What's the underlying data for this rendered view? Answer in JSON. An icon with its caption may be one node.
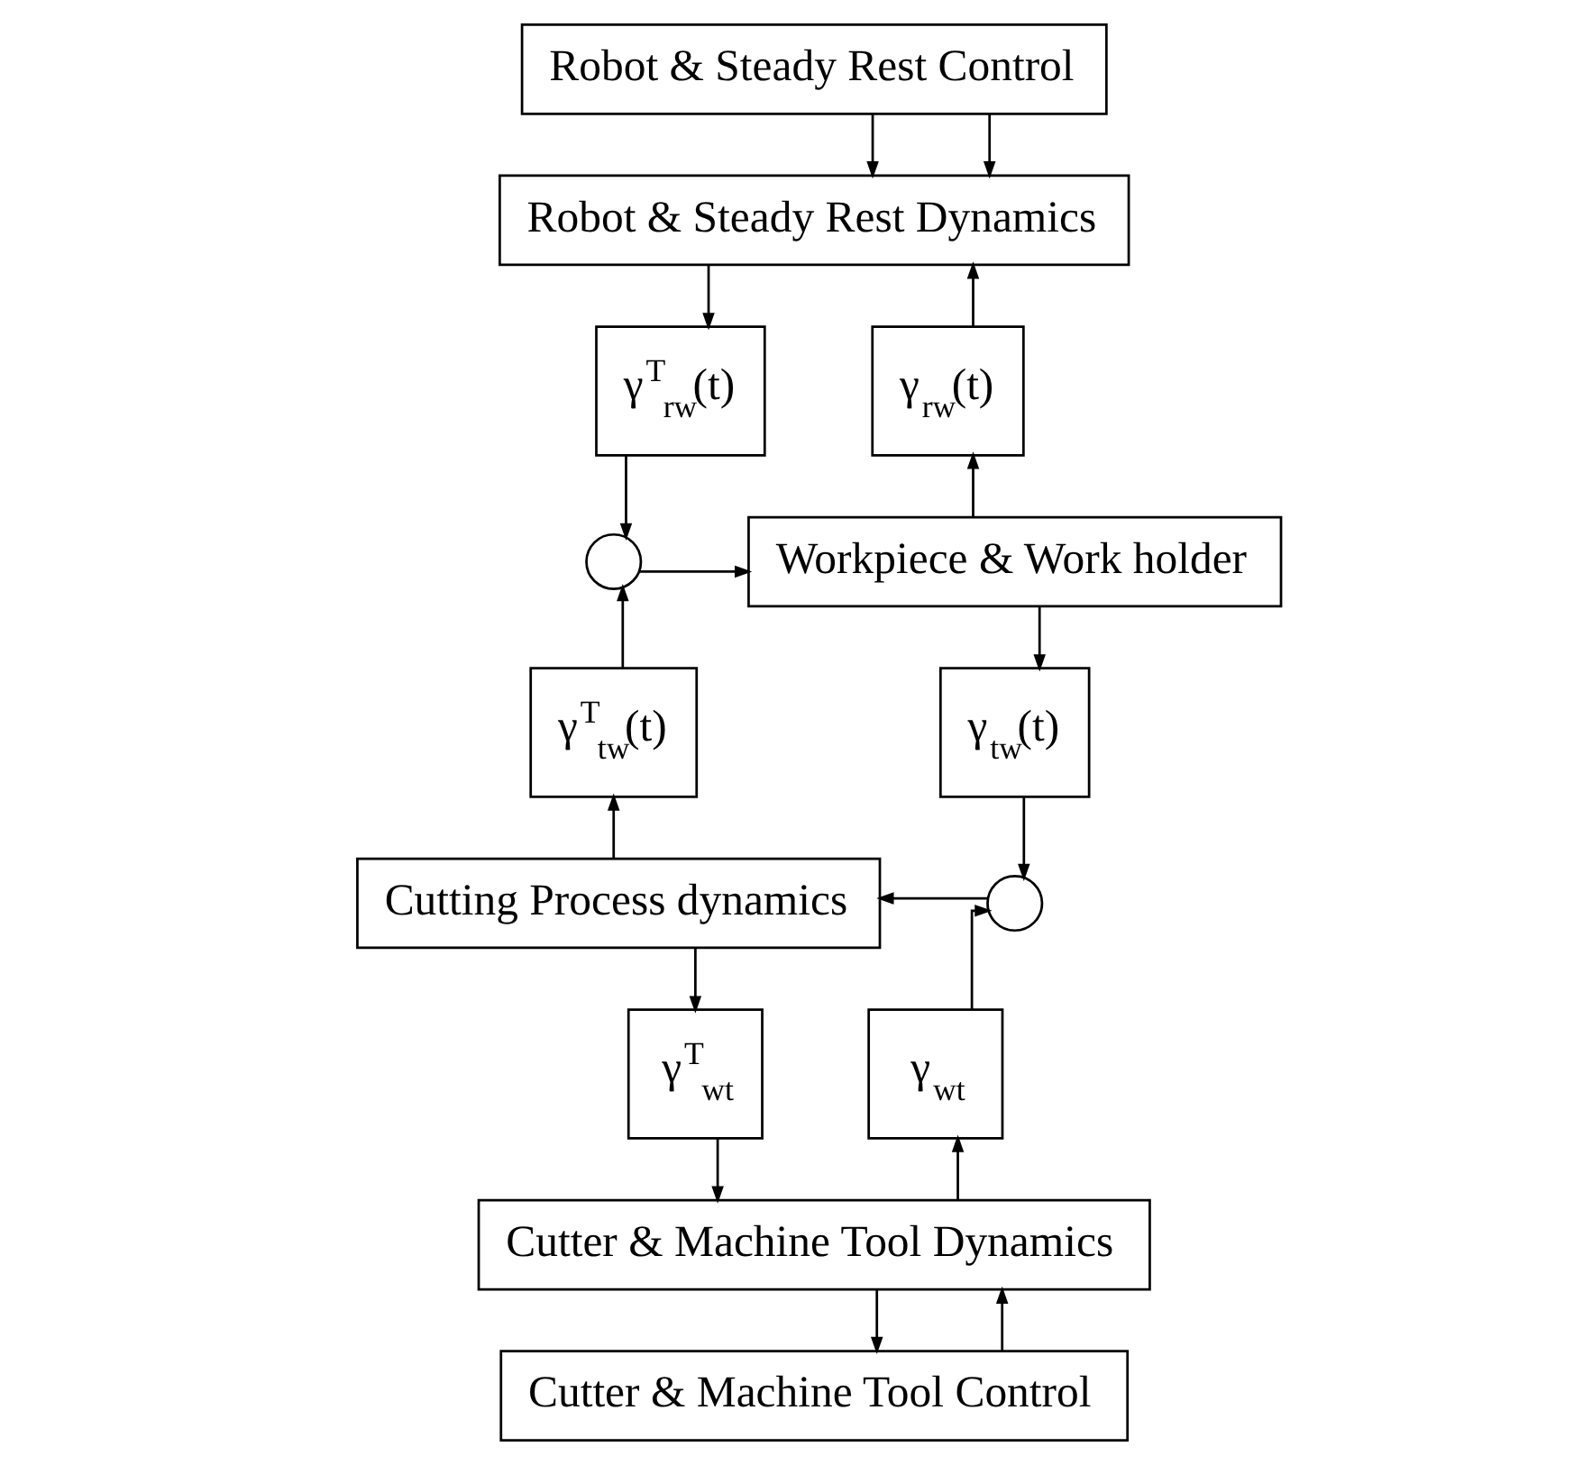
{
  "diagram": {
    "nodes": [
      {
        "text": [
          "Robot & Steady Rest Control"
        ]
      },
      {
        "text": [
          "Robot & Steady Rest Dynamics"
        ]
      },
      {
        "text": [
          "γ$^{T}$$_{rw}$(t)"
        ]
      },
      {
        "text": [
          "γ$_{rw}$(t)"
        ]
      },
      {
        "text": [],
        "shape": "circle"
      },
      {
        "text": [
          "Workpiece & Work holder"
        ]
      },
      {
        "text": [
          "γ$^{T}$$_{tw}$(t)"
        ]
      },
      {
        "text": [
          "γ$_{tw}$(t)"
        ]
      },
      {
        "text": [
          "Cutting Process dynamics"
        ]
      },
      {
        "text": [],
        "shape": "circle"
      },
      {
        "text": [
          "γ$^{T}$$_{wt}$"
        ]
      },
      {
        "text": [
          "γ$_{wt}$"
        ]
      },
      {
        "text": [
          "Cutter & Machine Tool Dynamics"
        ]
      },
      {
        "text": [
          "Cutter & Machine Tool Control"
        ]
      }
    ],
    "edges": [
      {
        "from": 0,
        "to": 1,
        "arrow": "to"
      },
      {
        "from": 0,
        "to": 1,
        "arrow": "to"
      },
      {
        "from": 1,
        "to": 2,
        "arrow": "to"
      },
      {
        "from": 3,
        "to": 1,
        "arrow": "to"
      },
      {
        "from": 2,
        "to": 4,
        "arrow": "to"
      },
      {
        "from": 6,
        "to": 4,
        "arrow": "to"
      },
      {
        "from": 4,
        "to": 5,
        "arrow": "to"
      },
      {
        "from": 5,
        "to": 3,
        "arrow": "to"
      },
      {
        "from": 5,
        "to": 7,
        "arrow": "to"
      },
      {
        "from": 7,
        "to": 9,
        "arrow": "to"
      },
      {
        "from": 11,
        "to": 9,
        "arrow": "to"
      },
      {
        "from": 9,
        "to": 8,
        "arrow": "to"
      },
      {
        "from": 8,
        "to": 6,
        "arrow": "to"
      },
      {
        "from": 8,
        "to": 10,
        "arrow": "to"
      },
      {
        "from": 10,
        "to": 12,
        "arrow": "to"
      },
      {
        "from": 12,
        "to": 11,
        "arrow": "to"
      },
      {
        "from": 13,
        "to": 12,
        "arrow": "to"
      },
      {
        "from": 12,
        "to": 13,
        "arrow": "to"
      }
    ]
  }
}
